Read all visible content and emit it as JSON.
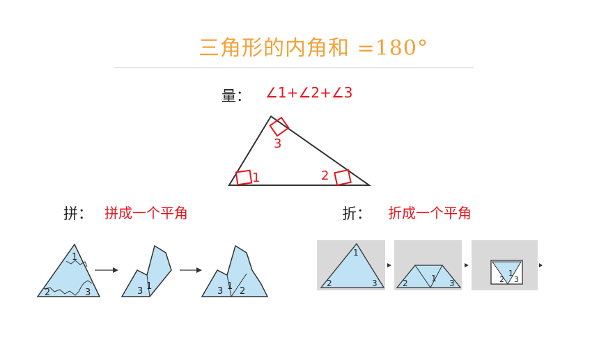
{
  "title": "三角形的内角和 =180°",
  "measure": {
    "label": "量：",
    "expression": "∠1+∠2+∠3"
  },
  "main_triangle": {
    "angle_labels": [
      "1",
      "2",
      "3"
    ]
  },
  "piece": {
    "label": "拼：",
    "text": "拼成一个平角"
  },
  "fold": {
    "label": "折：",
    "text": "折成一个平角"
  },
  "piece_steps": {
    "angle_labels": [
      "1",
      "2",
      "3"
    ]
  },
  "fold_steps": {
    "angle_labels": [
      "1",
      "2",
      "3"
    ]
  },
  "colors": {
    "title": "#f2a23a",
    "red": "#e4151d",
    "fill": "#bfe3f5",
    "panel": "#d9d9d9"
  }
}
